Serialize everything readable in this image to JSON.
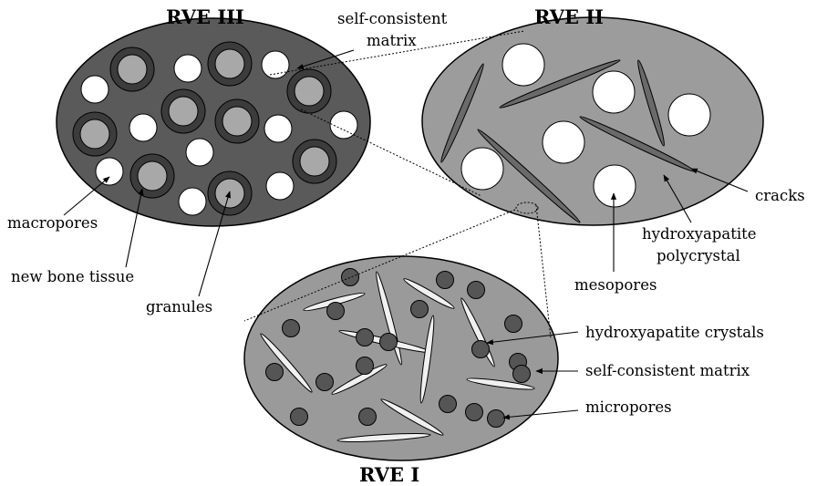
{
  "titles": {
    "rve3": "RVE III",
    "rve2": "RVE II",
    "rve1": "RVE I"
  },
  "labels": {
    "self_consistent_matrix_line1": "self-consistent",
    "self_consistent_matrix_line2": "matrix",
    "macropores": "macropores",
    "new_bone_tissue": "new bone tissue",
    "granules": "granules",
    "cracks": "cracks",
    "hydroxyapatite_polycrystal_line1": "hydroxyapatite",
    "hydroxyapatite_polycrystal_line2": "polycrystal",
    "mesopores": "mesopores",
    "hydroxyapatite_crystals": "hydroxyapatite crystals",
    "self_consistent_matrix": "self-consistent matrix",
    "micropores": "micropores"
  },
  "colors": {
    "rve3_matrix": "#5a5a5a",
    "granule_ring": "#3c3c3c",
    "granule_core": "#a8a8a8",
    "pore": "#ffffff",
    "rve2_matrix": "#9c9c9c",
    "crack": "#6a6a6a",
    "rve1_matrix": "#9a9a9a",
    "crystal": "#f0f0f0",
    "micropore": "#555555"
  }
}
